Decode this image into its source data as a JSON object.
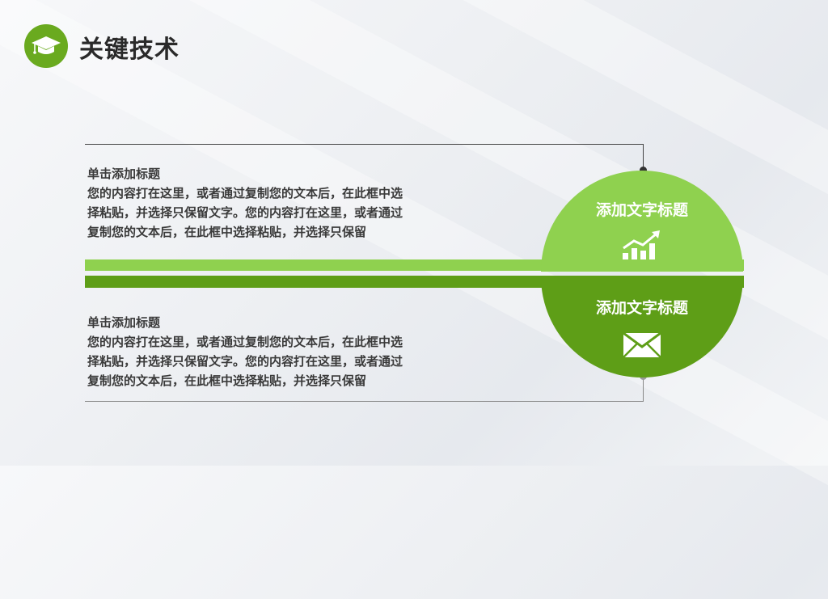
{
  "header": {
    "title": "关键技术",
    "icon": "graduation-cap-icon"
  },
  "blocks": [
    {
      "title": "单击添加标题",
      "body": "您的内容打在这里，或者通过复制您的文本后，在此框中选择粘贴，并选择只保留文字。您的内容打在这里，或者通过复制您的文本后，在此框中选择粘贴，并选择只保留"
    },
    {
      "title": "单击添加标题",
      "body": "您的内容打在这里，或者通过复制您的文本后，在此框中选择粘贴，并选择只保留文字。您的内容打在这里，或者通过复制您的文本后，在此框中选择粘贴，并选择只保留"
    }
  ],
  "circle": {
    "top_label": "添加文字标题",
    "top_icon": "growth-chart-icon",
    "bottom_label": "添加文字标题",
    "bottom_icon": "envelope-icon"
  },
  "colors": {
    "light_green": "#8fd14f",
    "dark_green": "#5e9e17",
    "accent_green": "#6aaa1f"
  }
}
